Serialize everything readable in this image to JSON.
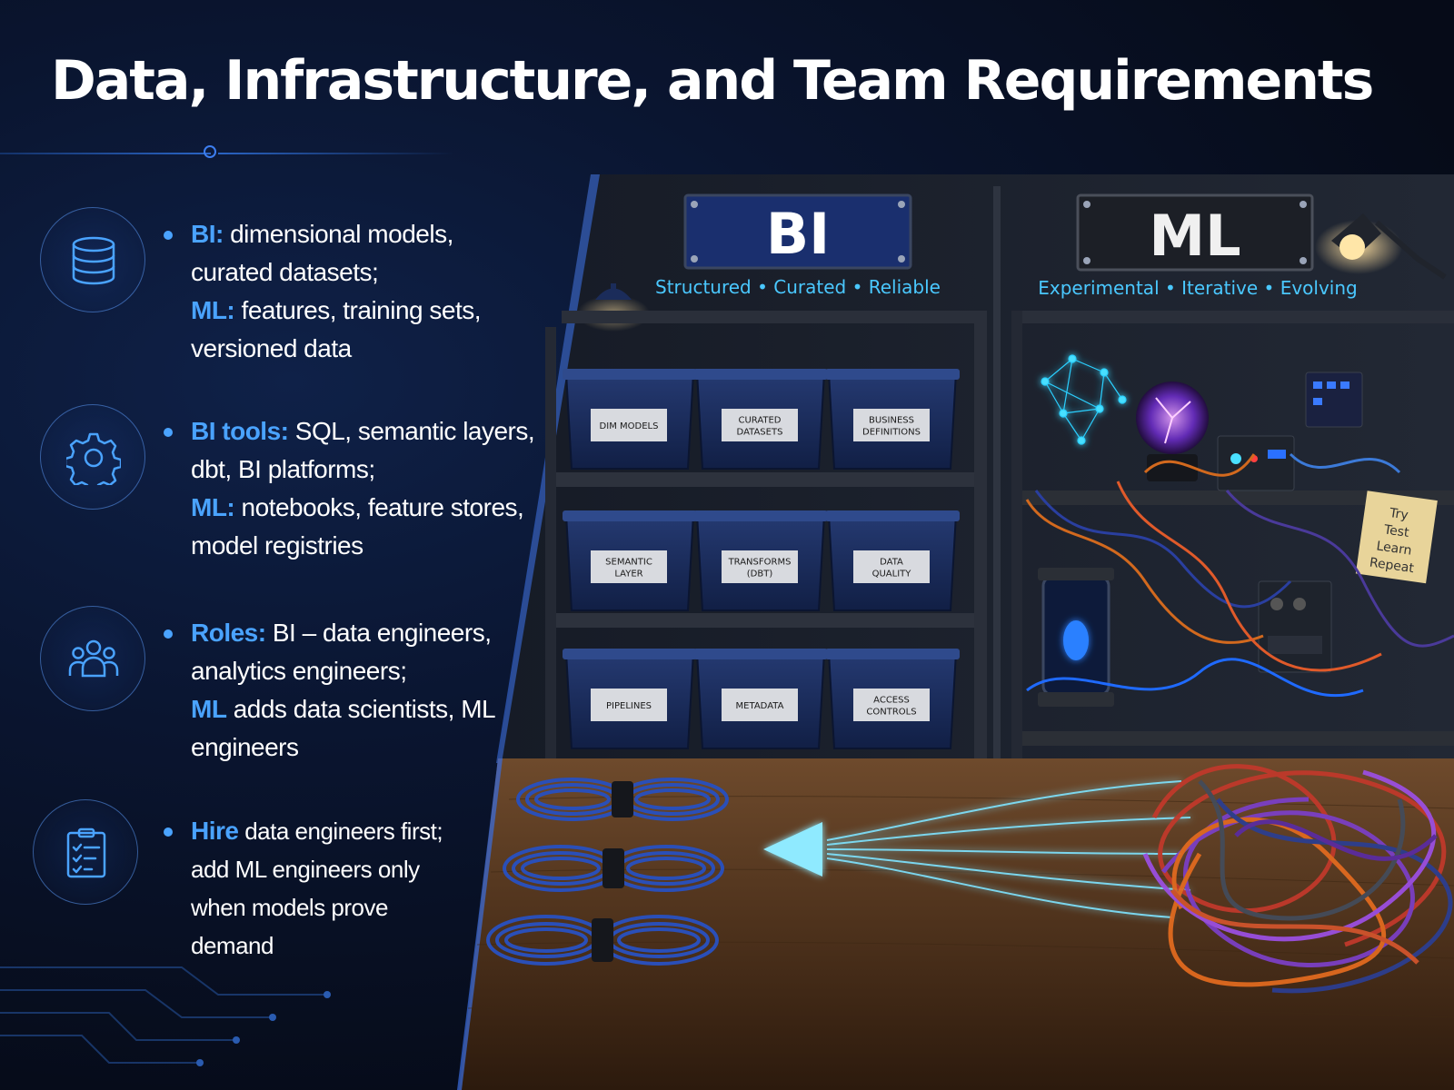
{
  "title": "Data, Infrastructure, and Team Requirements",
  "items": [
    {
      "icon": "database-icon",
      "k1": "BI:",
      "t1": "dimensional models, curated datasets;",
      "k2": "ML:",
      "t2": "features, training sets, versioned data"
    },
    {
      "icon": "gear-icon",
      "k1": "BI tools:",
      "t1": "SQL, semantic layers, dbt, BI platforms;",
      "k2": "ML:",
      "t2": "notebooks, feature stores, model registries"
    },
    {
      "icon": "team-icon",
      "k1": "Roles:",
      "t1": "BI – data engineers, analytics engineers;",
      "k2": "ML",
      "t2": "adds data scientists, ML engineers"
    },
    {
      "icon": "checklist-icon",
      "k1": "Hire",
      "t1": "data engineers first; add ML engineers only when models prove demand",
      "k2": "",
      "t2": ""
    }
  ],
  "scene": {
    "bi_sign": "BI",
    "bi_tagline": "Structured • Curated • Reliable",
    "ml_sign": "ML",
    "ml_tagline": "Experimental • Iterative • Evolving",
    "bins": {
      "row1": [
        "DIM MODELS",
        "CURATED|DATASETS",
        "BUSINESS|DEFINITIONS"
      ],
      "row2": [
        "SEMANTIC|LAYER",
        "TRANSFORMS|(DBT)",
        "DATA|QUALITY"
      ],
      "row3": [
        "PIPELINES",
        "METADATA",
        "ACCESS|CONTROLS"
      ]
    },
    "sticky_note": [
      "Try",
      "Test",
      "Learn",
      "Repeat"
    ]
  },
  "colors": {
    "accent": "#4aa3ff",
    "background": "#070d1c",
    "glow": "#5ad2ff",
    "wood": "#5a3a22"
  }
}
